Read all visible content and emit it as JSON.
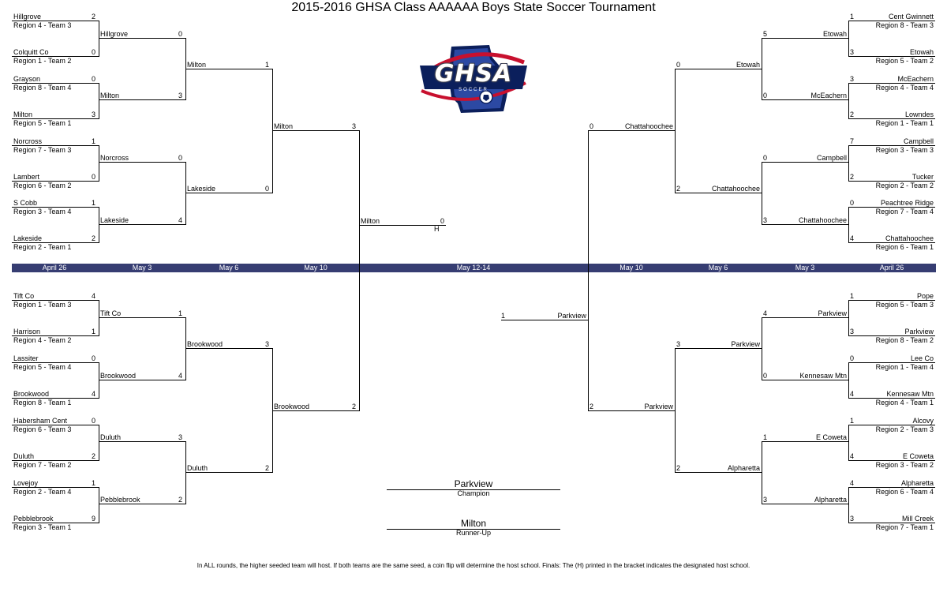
{
  "title": "2015-2016 GHSA Class AAAAAA Boys State Soccer Tournament",
  "logo": {
    "text": "GHSA",
    "subtext": "SOCCER",
    "colors": {
      "navy": "#0b1f5c",
      "blue": "#2c49a3",
      "red": "#c8102e",
      "gold": "#c7a14a"
    }
  },
  "band": {
    "color": "#363d72",
    "labels": [
      "April 26",
      "May 3",
      "May 6",
      "May 10",
      "May 12-14",
      "May 10",
      "May 6",
      "May 3",
      "April 26"
    ]
  },
  "left": {
    "round1": [
      {
        "team": "Hillgrove",
        "seed": "Region 4 - Team 3",
        "score": "2"
      },
      {
        "team": "Colquitt Co",
        "seed": "Region 1 - Team 2",
        "score": "0"
      },
      {
        "team": "Grayson",
        "seed": "Region 8 - Team 4",
        "score": "0"
      },
      {
        "team": "Milton",
        "seed": "Region 5 - Team 1",
        "score": "3"
      },
      {
        "team": "Norcross",
        "seed": "Region 7 - Team 3",
        "score": "1"
      },
      {
        "team": "Lambert",
        "seed": "Region 6 - Team 2",
        "score": "0"
      },
      {
        "team": "S Cobb",
        "seed": "Region 3 - Team 4",
        "score": "1"
      },
      {
        "team": "Lakeside",
        "seed": "Region 2 - Team 1",
        "score": "2"
      },
      {
        "team": "Tift Co",
        "seed": "Region 1 - Team 3",
        "score": "4"
      },
      {
        "team": "Harrison",
        "seed": "Region 4 - Team 2",
        "score": "1"
      },
      {
        "team": "Lassiter",
        "seed": "Region 5 - Team 4",
        "score": "0"
      },
      {
        "team": "Brookwood",
        "seed": "Region 8 - Team 1",
        "score": "4"
      },
      {
        "team": "Habersham Cent",
        "seed": "Region 6 - Team 3",
        "score": "0"
      },
      {
        "team": "Duluth",
        "seed": "Region 7 - Team 2",
        "score": "2"
      },
      {
        "team": "Lovejoy",
        "seed": "Region 2 - Team 4",
        "score": "1"
      },
      {
        "team": "Pebblebrook",
        "seed": "Region 3 - Team 1",
        "score": "9"
      }
    ],
    "round2": [
      {
        "team": "Hillgrove",
        "score": "0"
      },
      {
        "team": "Milton",
        "score": "3"
      },
      {
        "team": "Norcross",
        "score": "0"
      },
      {
        "team": "Lakeside",
        "score": "4"
      },
      {
        "team": "Tift Co",
        "score": "1"
      },
      {
        "team": "Brookwood",
        "score": "4"
      },
      {
        "team": "Duluth",
        "score": "3"
      },
      {
        "team": "Pebblebrook",
        "score": "2"
      }
    ],
    "round3": [
      {
        "team": "Milton",
        "score": "1"
      },
      {
        "team": "Lakeside",
        "score": "0"
      },
      {
        "team": "Brookwood",
        "score": "3"
      },
      {
        "team": "Duluth",
        "score": "2"
      }
    ],
    "round4": [
      {
        "team": "Milton",
        "score": "3"
      },
      {
        "team": "Brookwood",
        "score": "2"
      }
    ],
    "final": {
      "team": "Milton",
      "score": "0",
      "host": "H"
    }
  },
  "right": {
    "round1": [
      {
        "team": "Cent Gwinnett",
        "seed": "Region 8 - Team 3",
        "score": "1"
      },
      {
        "team": "Etowah",
        "seed": "Region 5 - Team 2",
        "score": "3"
      },
      {
        "team": "McEachern",
        "seed": "Region 4 - Team 4",
        "score": "3"
      },
      {
        "team": "Lowndes",
        "seed": "Region 1 - Team 1",
        "score": "2"
      },
      {
        "team": "Campbell",
        "seed": "Region 3 - Team 3",
        "score": "7"
      },
      {
        "team": "Tucker",
        "seed": "Region 2 - Team 2",
        "score": "2"
      },
      {
        "team": "Peachtree Ridge",
        "seed": "Region 7 - Team 4",
        "score": "0"
      },
      {
        "team": "Chattahoochee",
        "seed": "Region 6 - Team 1",
        "score": "4"
      },
      {
        "team": "Pope",
        "seed": "Region 5 - Team 3",
        "score": "1"
      },
      {
        "team": "Parkview",
        "seed": "Region 8 - Team 2",
        "score": "3"
      },
      {
        "team": "Lee Co",
        "seed": "Region 1 - Team 4",
        "score": "0"
      },
      {
        "team": "Kennesaw Mtn",
        "seed": "Region 4 - Team 1",
        "score": "4"
      },
      {
        "team": "Alcovy",
        "seed": "Region 2 - Team 3",
        "score": "1"
      },
      {
        "team": "E Coweta",
        "seed": "Region 3 - Team 2",
        "score": "4"
      },
      {
        "team": "Alpharetta",
        "seed": "Region 6 - Team 4",
        "score": "4"
      },
      {
        "team": "Mill Creek",
        "seed": "Region 7 - Team 1",
        "score": "3"
      }
    ],
    "round2": [
      {
        "team": "Etowah",
        "score": "5"
      },
      {
        "team": "McEachern",
        "score": "0"
      },
      {
        "team": "Campbell",
        "score": "0"
      },
      {
        "team": "Chattahoochee",
        "score": "3"
      },
      {
        "team": "Parkview",
        "score": "4"
      },
      {
        "team": "Kennesaw Mtn",
        "score": "0"
      },
      {
        "team": "E Coweta",
        "score": "1"
      },
      {
        "team": "Alpharetta",
        "score": "3"
      }
    ],
    "round3": [
      {
        "team": "Etowah",
        "score": "0"
      },
      {
        "team": "Chattahoochee",
        "score": "2"
      },
      {
        "team": "Parkview",
        "score": "3"
      },
      {
        "team": "Alpharetta",
        "score": "2"
      }
    ],
    "round4": [
      {
        "team": "Chattahoochee",
        "score": "0"
      },
      {
        "team": "Parkview",
        "score": "2"
      }
    ],
    "final": {
      "team": "Parkview",
      "score": "1"
    }
  },
  "champion": {
    "team": "Parkview",
    "label": "Champion"
  },
  "runner_up": {
    "team": "Milton",
    "label": "Runner-Up"
  },
  "footer": "In ALL rounds, the higher seeded team will host.  If both teams are the same seed, a coin flip will determine the host school.  Finals: The (H) printed in the bracket indicates the designated host school."
}
